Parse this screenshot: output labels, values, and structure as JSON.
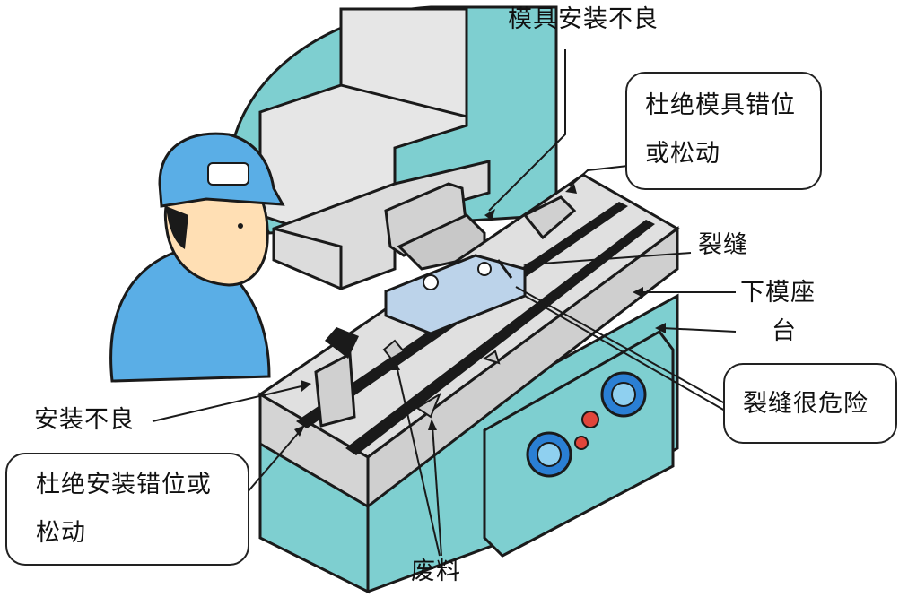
{
  "labels": {
    "die_install_bad_top": "模具安装不良",
    "crack": "裂缝",
    "lower_die_seat": "下模座",
    "table": "台",
    "install_bad_left": "安装不良",
    "scrap": "废料"
  },
  "bubbles": {
    "prevent_die_misalign": [
      "杜绝模具错位",
      "或松动"
    ],
    "crack_danger": [
      "裂缝很危险"
    ],
    "prevent_install_misalign": [
      "杜绝安装错位或",
      "松动"
    ]
  },
  "colors": {
    "machine_teal": "#7ecfd0",
    "press_gray": "#e6e6e6",
    "worker_blue": "#5aaee6",
    "skin": "#ffdfb4",
    "outline": "#1a1a1a",
    "button_blue": "#2a7fd4",
    "button_red": "#e0453a"
  }
}
